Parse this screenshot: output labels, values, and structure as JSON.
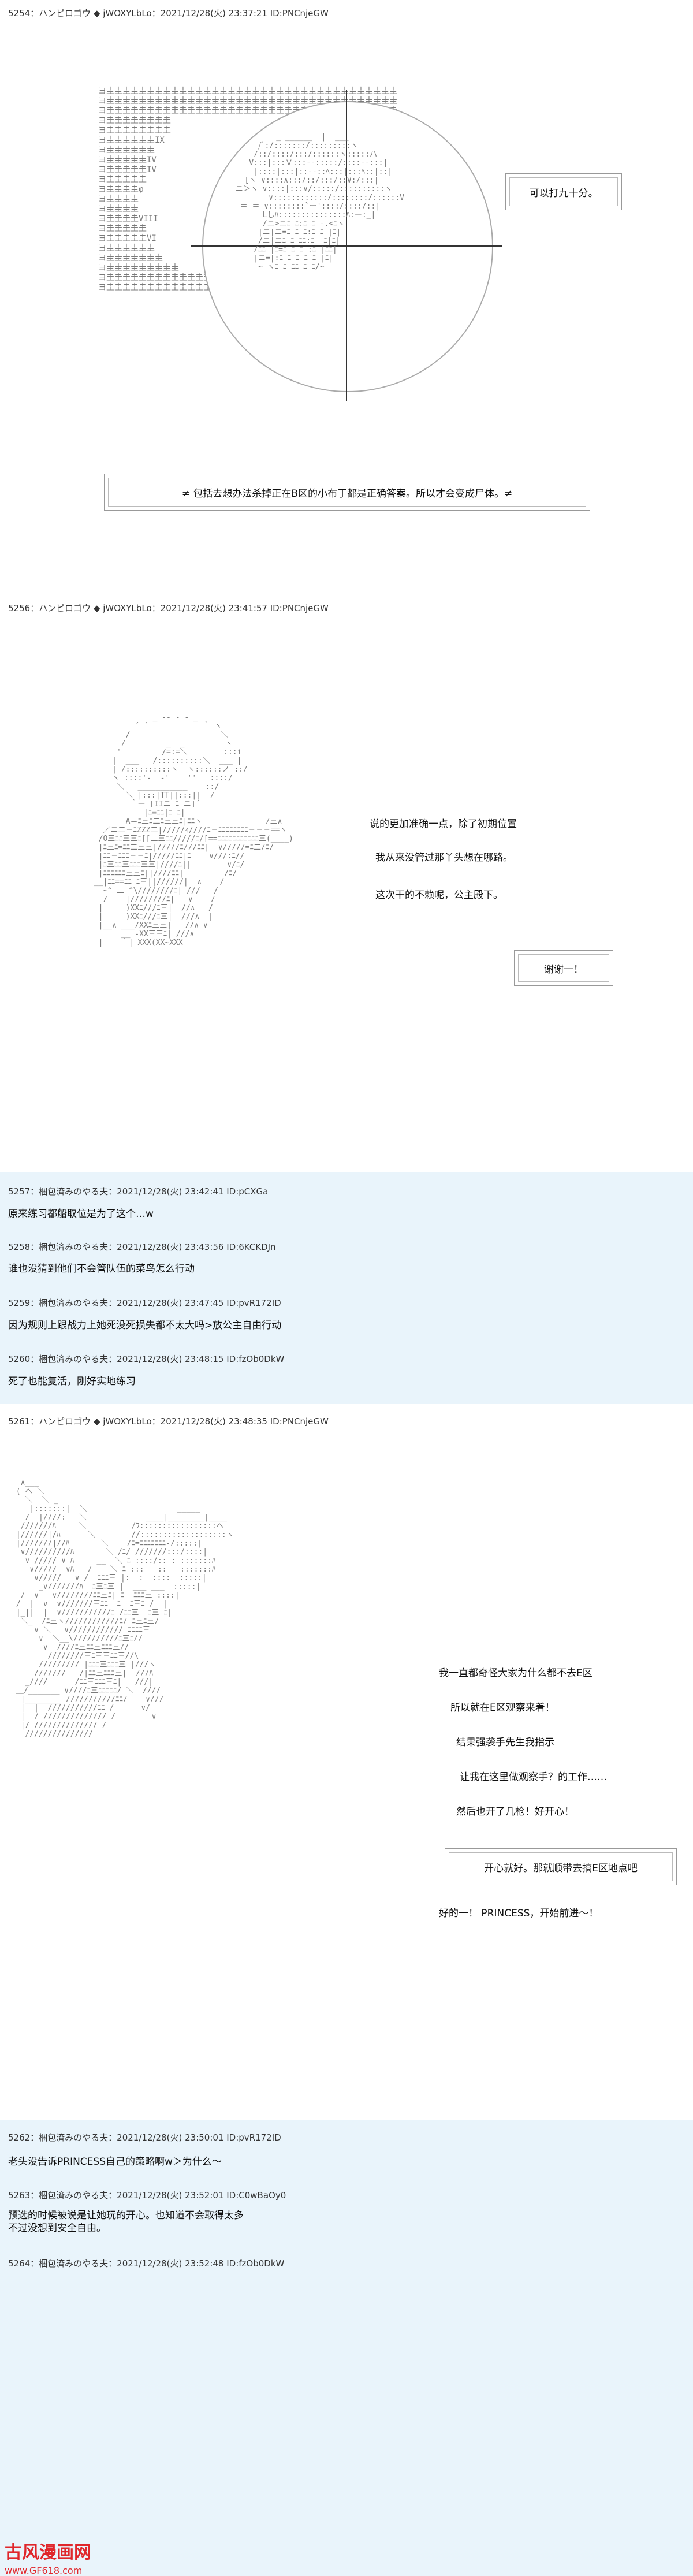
{
  "posts": [
    {
      "header": "5254：ハンピロゴウ ◆ jWOXYLbLo：2021/12/28(火) 23:37:21 ID:PNCnjeGW",
      "bubble": "可以打九十分。",
      "caption": "≠ 包括去想办法杀掉正在B区的小布丁都是正确答案。所以才会变成尸体。≠"
    },
    {
      "header": "5256：ハンピロゴウ ◆ jWOXYLbLo：2021/12/28(火) 23:41:57 ID:PNCnjeGW",
      "lines": [
        "说的更加准确一点，除了初期位置",
        "我从来没管过那丫头想在哪路。",
        "这次干的不赖呢，公主殿下。"
      ],
      "bubble": "谢谢一！"
    },
    {
      "header": "5257：梱包済みのやる夫：2021/12/28(火) 23:42:41 ID:pCXGa",
      "text": "原来练习都船取位是为了这个…w"
    },
    {
      "header": "5258：梱包済みのやる夫：2021/12/28(火) 23:43:56 ID:6KCKDJn",
      "text": "谁也没猜到他们不会管队伍的菜鸟怎么行动"
    },
    {
      "header": "5259：梱包済みのやる夫：2021/12/28(火) 23:47:45 ID:pvR172ID",
      "text": "因为规则上跟战力上她死没死损失都不太大吗>放公主自由行动"
    },
    {
      "header": "5260：梱包済みのやる夫：2021/12/28(火) 23:48:15 ID:fzOb0DkW",
      "text": "死了也能复活，刚好实地练习"
    },
    {
      "header": "5261：ハンピロゴウ ◆ jWOXYLbLo：2021/12/28(火) 23:48:35 ID:PNCnjeGW",
      "lines": [
        "我一直都奇怪大家为什么都不去E区",
        "所以就在E区观察来着！",
        "结果强袭手先生我指示",
        "让我在这里做观察手？的工作……",
        "然后也开了几枪！好开心！"
      ],
      "bubble": "开心就好。那就顺带去搞E区地点吧",
      "closing": "好的一！ PRINCESS，开始前进～！"
    },
    {
      "header": "5262：梱包済みのやる夫：2021/12/28(火) 23:50:01 ID:pvR172ID",
      "text": "老头没告诉PRINCESS自己的策略啊w＞为什么～"
    },
    {
      "header": "5263：梱包済みのやる夫：2021/12/28(火) 23:52:01 ID:C0wBaOy0",
      "text": "预选的时候被说是让她玩的开心。也知道不会取得太多\n不过没想到安全自由。"
    },
    {
      "header": "5264：梱包済みのやる夫：2021/12/28(火) 23:52:48 ID:fzOb0DkW",
      "text": ""
    }
  ],
  "watermark": {
    "logo": "古风漫画网",
    "url": "www.GF618.com"
  },
  "colors": {
    "reply_bg": "#e9f4fb",
    "art": "#7a7a7a",
    "watermark": "#e0262b"
  }
}
